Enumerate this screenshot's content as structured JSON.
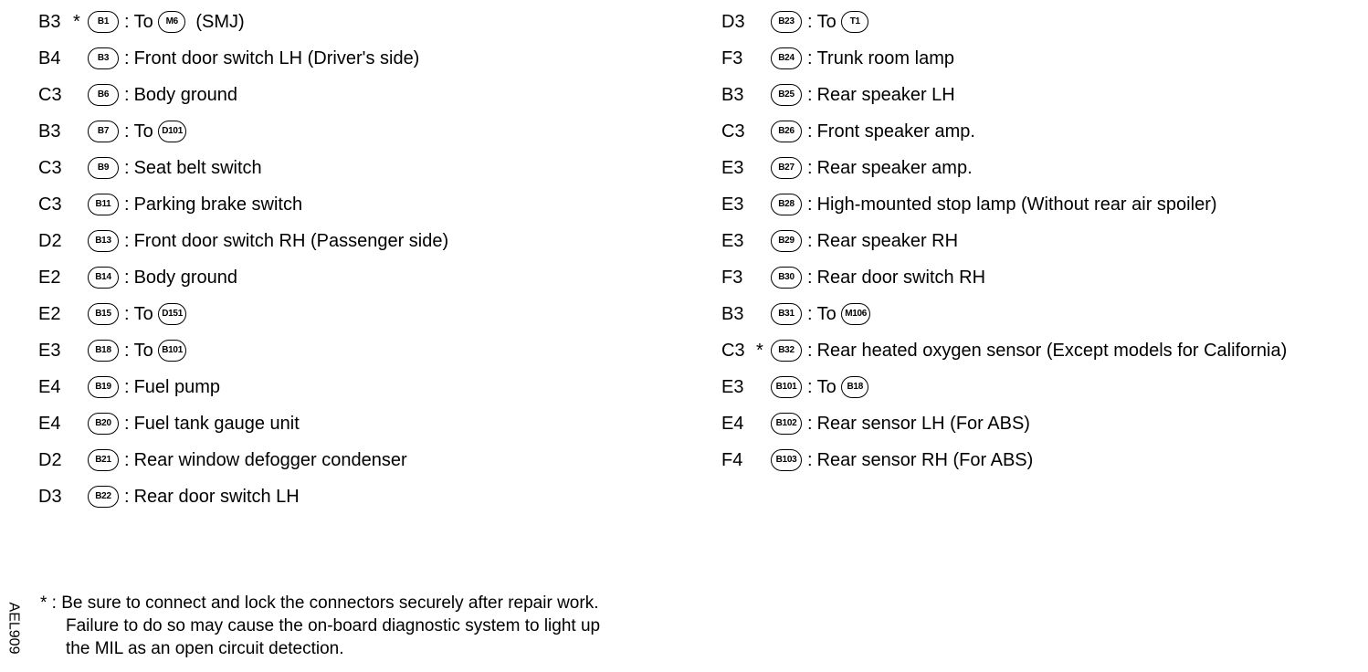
{
  "left_items": [
    {
      "code": "B3",
      "star": "*",
      "connector": "B1",
      "desc": "To",
      "target": "M6",
      "extra": "(SMJ)"
    },
    {
      "code": "B4",
      "star": "",
      "connector": "B3",
      "desc": "Front door switch LH (Driver's side)",
      "target": "",
      "extra": ""
    },
    {
      "code": "C3",
      "star": "",
      "connector": "B6",
      "desc": "Body ground",
      "target": "",
      "extra": ""
    },
    {
      "code": "B3",
      "star": "",
      "connector": "B7",
      "desc": "To",
      "target": "D101",
      "extra": ""
    },
    {
      "code": "C3",
      "star": "",
      "connector": "B9",
      "desc": "Seat belt switch",
      "target": "",
      "extra": ""
    },
    {
      "code": "C3",
      "star": "",
      "connector": "B11",
      "desc": "Parking brake switch",
      "target": "",
      "extra": ""
    },
    {
      "code": "D2",
      "star": "",
      "connector": "B13",
      "desc": "Front door switch RH (Passenger side)",
      "target": "",
      "extra": ""
    },
    {
      "code": "E2",
      "star": "",
      "connector": "B14",
      "desc": "Body ground",
      "target": "",
      "extra": ""
    },
    {
      "code": "E2",
      "star": "",
      "connector": "B15",
      "desc": "To",
      "target": "D151",
      "extra": ""
    },
    {
      "code": "E3",
      "star": "",
      "connector": "B18",
      "desc": "To",
      "target": "B101",
      "extra": ""
    },
    {
      "code": "E4",
      "star": "",
      "connector": "B19",
      "desc": "Fuel pump",
      "target": "",
      "extra": ""
    },
    {
      "code": "E4",
      "star": "",
      "connector": "B20",
      "desc": "Fuel tank gauge unit",
      "target": "",
      "extra": ""
    },
    {
      "code": "D2",
      "star": "",
      "connector": "B21",
      "desc": "Rear window defogger condenser",
      "target": "",
      "extra": ""
    },
    {
      "code": "D3",
      "star": "",
      "connector": "B22",
      "desc": "Rear door switch LH",
      "target": "",
      "extra": ""
    }
  ],
  "right_items": [
    {
      "code": "D3",
      "star": "",
      "connector": "B23",
      "desc": "To",
      "target": "T1",
      "extra": ""
    },
    {
      "code": "F3",
      "star": "",
      "connector": "B24",
      "desc": "Trunk room lamp",
      "target": "",
      "extra": ""
    },
    {
      "code": "B3",
      "star": "",
      "connector": "B25",
      "desc": "Rear speaker LH",
      "target": "",
      "extra": ""
    },
    {
      "code": "C3",
      "star": "",
      "connector": "B26",
      "desc": "Front speaker amp.",
      "target": "",
      "extra": ""
    },
    {
      "code": "E3",
      "star": "",
      "connector": "B27",
      "desc": "Rear speaker amp.",
      "target": "",
      "extra": ""
    },
    {
      "code": "E3",
      "star": "",
      "connector": "B28",
      "desc": "High-mounted stop lamp (Without rear air spoiler)",
      "target": "",
      "extra": ""
    },
    {
      "code": "E3",
      "star": "",
      "connector": "B29",
      "desc": "Rear speaker RH",
      "target": "",
      "extra": ""
    },
    {
      "code": "F3",
      "star": "",
      "connector": "B30",
      "desc": "Rear door switch RH",
      "target": "",
      "extra": ""
    },
    {
      "code": "B3",
      "star": "",
      "connector": "B31",
      "desc": "To",
      "target": "M106",
      "extra": ""
    },
    {
      "code": "C3",
      "star": "*",
      "connector": "B32",
      "desc": "Rear heated oxygen sensor (Except models for California)",
      "target": "",
      "extra": ""
    },
    {
      "code": "E3",
      "star": "",
      "connector": "B101",
      "desc": "To",
      "target": "B18",
      "extra": ""
    },
    {
      "code": "E4",
      "star": "",
      "connector": "B102",
      "desc": "Rear sensor LH (For ABS)",
      "target": "",
      "extra": ""
    },
    {
      "code": "F4",
      "star": "",
      "connector": "B103",
      "desc": "Rear sensor RH (For ABS)",
      "target": "",
      "extra": ""
    }
  ],
  "note": {
    "line1": "* : Be sure to connect and lock the connectors securely after repair work.",
    "line2": "Failure to do so may cause the on-board diagnostic system to light up",
    "line3": "the MIL as an open circuit detection."
  },
  "figure_id": "AEL909"
}
